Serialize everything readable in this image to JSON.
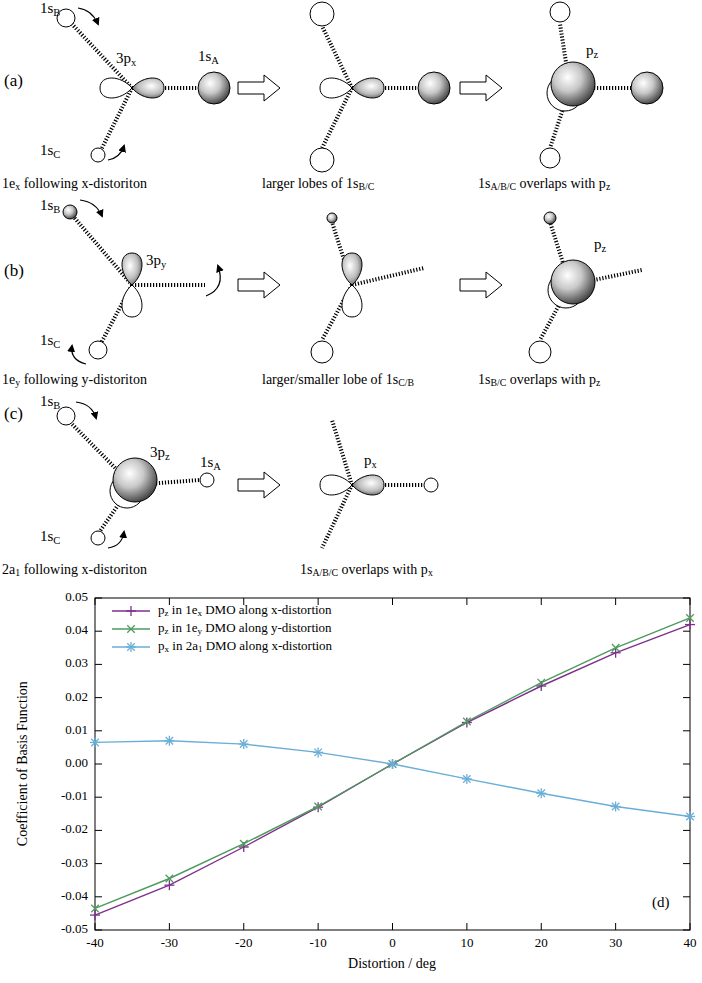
{
  "diagram": {
    "labels": [
      "(a)",
      "1sB",
      "3px",
      "1sA",
      "1sC",
      "1ex following x-distoriton",
      "larger lobes of 1sB/C",
      "pz",
      "1sA/B/C overlaps with pz",
      "(b)",
      "1sB",
      "3py",
      "1sC",
      "1ey following y-distoriton",
      "larger/smaller lobe of 1sC/B",
      "pz",
      "1sB/C overlaps with pz",
      "(c)",
      "1sB",
      "3pz",
      "1sA",
      "1sC",
      "2a1 following x-distoriton",
      "px",
      "1sA/B/C overlaps with px",
      "0.05",
      "0.04",
      "0.03",
      "0.02",
      "0.01",
      "0.00",
      "-0.01",
      "-0.02",
      "-0.03",
      "-0.04",
      "-0.05",
      "-40",
      "-30",
      "-20",
      "-10",
      "0",
      "10",
      "20",
      "30",
      "40",
      "Coefficient of Basis Function",
      "Distortion / deg",
      "(d)"
    ],
    "legend": [
      {
        "text": "pz in 1ex DMO along x-distortion"
      },
      {
        "text": "pz in 1ey DMO along y-distortion"
      },
      {
        "text": "px in 2a1 DMO along x-distortion"
      }
    ]
  }
}
